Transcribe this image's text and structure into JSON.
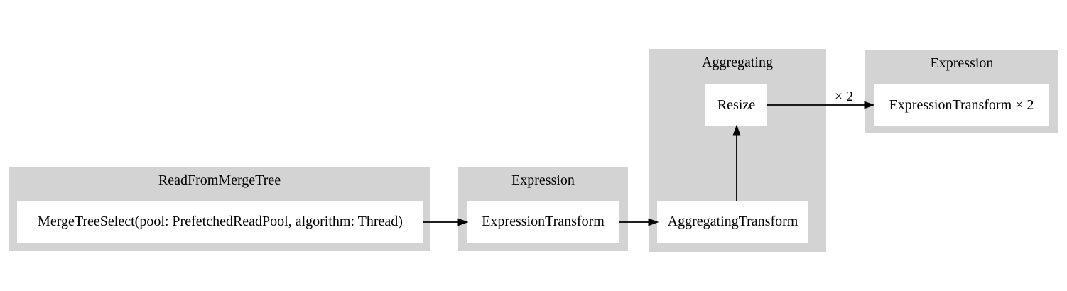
{
  "diagram": {
    "type": "pipeline-graph",
    "background": "#ffffff",
    "colors": {
      "cluster_fill": "#d3d3d3",
      "node_fill": "#ffffff",
      "edge": "#000000",
      "text": "#000000"
    },
    "clusters": [
      {
        "title": "ReadFromMergeTree",
        "nodes": [
          {
            "label": "MergeTreeSelect(pool: PrefetchedReadPool, algorithm: Thread)"
          }
        ]
      },
      {
        "title": "Expression",
        "nodes": [
          {
            "label": "ExpressionTransform"
          }
        ]
      },
      {
        "title": "Aggregating",
        "nodes": [
          {
            "label": "Resize"
          },
          {
            "label": "AggregatingTransform"
          }
        ]
      },
      {
        "title": "Expression",
        "nodes": [
          {
            "label": "ExpressionTransform × 2"
          }
        ]
      }
    ],
    "edges": [
      {
        "from": "MergeTreeSelect(pool: PrefetchedReadPool, algorithm: Thread)",
        "to": "ExpressionTransform",
        "label": ""
      },
      {
        "from": "ExpressionTransform",
        "to": "AggregatingTransform",
        "label": ""
      },
      {
        "from": "AggregatingTransform",
        "to": "Resize",
        "label": ""
      },
      {
        "from": "Resize",
        "to": "ExpressionTransform × 2",
        "label": "× 2"
      }
    ]
  }
}
